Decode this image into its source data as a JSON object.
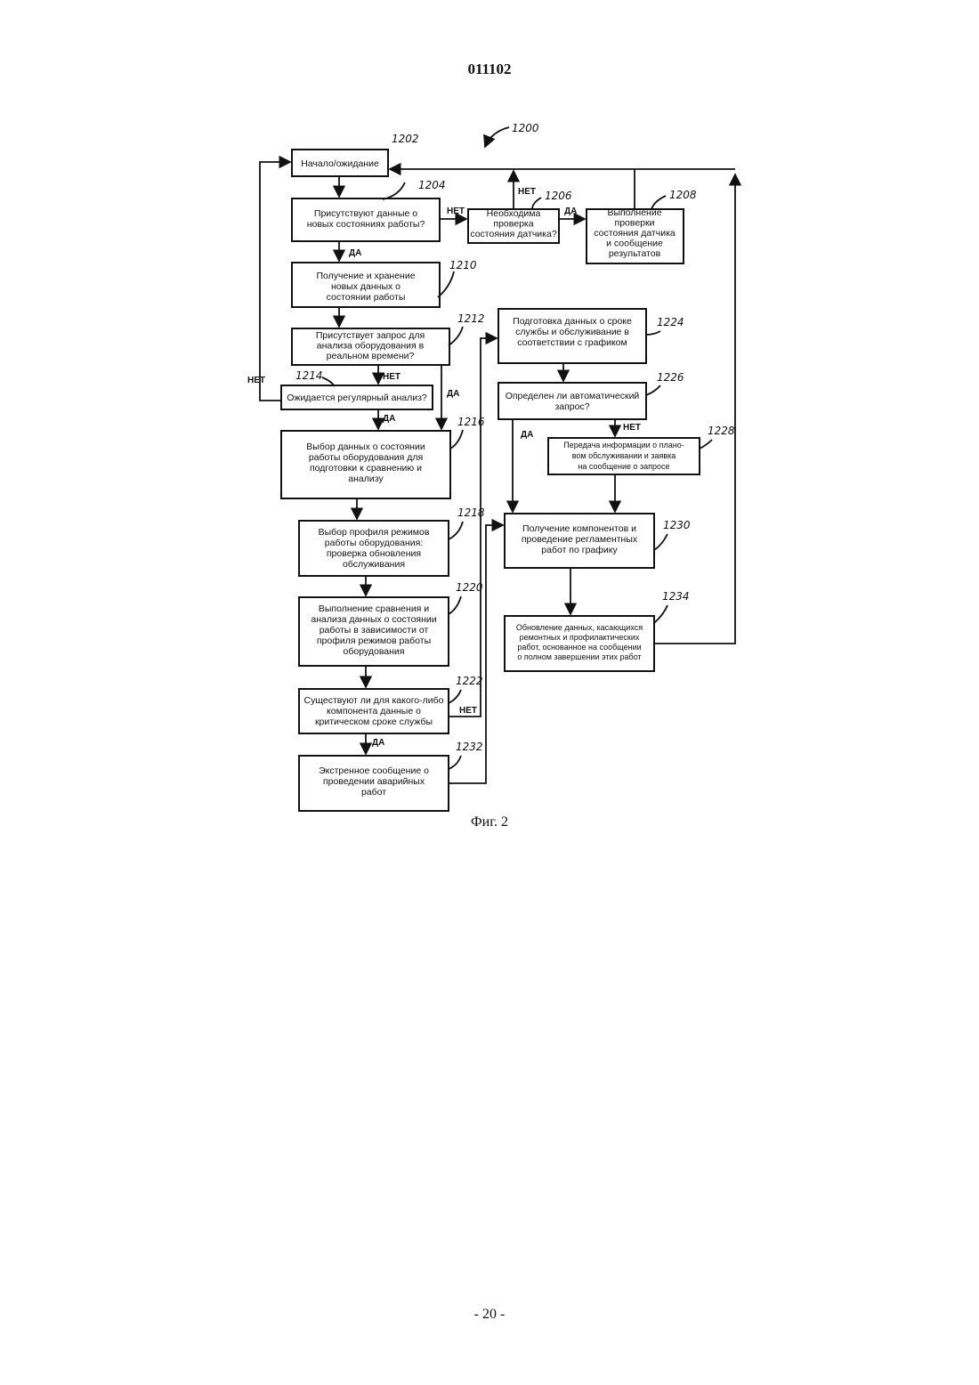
{
  "header": {
    "doc_number": "011102"
  },
  "figure": {
    "ref": "1200",
    "caption": "Фиг. 2",
    "boxes": {
      "b1202": {
        "ref": "1202",
        "lines": [
          "Начало/ожидание"
        ]
      },
      "b1204": {
        "ref": "1204",
        "lines": [
          "Присутствуют данные о",
          "новых состояниях работы?"
        ]
      },
      "b1206": {
        "ref": "1206",
        "lines": [
          "Необходима",
          "проверка",
          "состояния датчика?"
        ]
      },
      "b1208": {
        "ref": "1208",
        "lines": [
          "Выполнение",
          "проверки",
          "состояния датчика",
          "и сообщение",
          "результатов"
        ]
      },
      "b1210": {
        "ref": "1210",
        "lines": [
          "Получение и хранение",
          "новых данных о",
          "состоянии работы"
        ]
      },
      "b1212": {
        "ref": "1212",
        "lines": [
          "Присутствует запрос для",
          "анализа оборудования в",
          "реальном времени?"
        ]
      },
      "b1214": {
        "ref": "1214",
        "lines": [
          "Ожидается регулярный анализ?"
        ]
      },
      "b1216": {
        "ref": "1216",
        "lines": [
          "Выбор данных о состоянии",
          "работы оборудования для",
          "подготовки к сравнению и",
          "анализу"
        ]
      },
      "b1218": {
        "ref": "1218",
        "lines": [
          "Выбор профиля режимов",
          "работы оборудования:",
          "проверка обновления",
          "обслуживания"
        ]
      },
      "b1220": {
        "ref": "1220",
        "lines": [
          "Выполнение сравнения и",
          "анализа данных о состоянии",
          "работы в зависимости от",
          "профиля режимов работы",
          "оборудования"
        ]
      },
      "b1222": {
        "ref": "1222",
        "lines": [
          "Существуют ли для какого-либо",
          "компонента данные о",
          "критическом сроке службы"
        ]
      },
      "b1232": {
        "ref": "1232",
        "lines": [
          "Экстренное сообщение о",
          "проведении аварийных",
          "работ"
        ]
      },
      "b1224": {
        "ref": "1224",
        "lines": [
          "Подготовка данных о сроке",
          "службы и обслуживание в",
          "соответствии с графиком"
        ]
      },
      "b1226": {
        "ref": "1226",
        "lines": [
          "Определен ли автоматический",
          "запрос?"
        ]
      },
      "b1228": {
        "ref": "1228",
        "lines": [
          "Передача информации о плано-",
          "вом обслуживании и заявка",
          "на сообщение о запросе"
        ]
      },
      "b1230": {
        "ref": "1230",
        "lines": [
          "Получение компонентов и",
          "проведение регламентных",
          "работ по графику"
        ]
      },
      "b1234": {
        "ref": "1234",
        "lines": [
          "Обновление данных, касающихся",
          "ремонтных и профилактических",
          "работ, основанное на сообщении",
          "о полном завершении этих работ"
        ]
      }
    },
    "labels": {
      "yes": "ДА",
      "no": "НЕТ"
    }
  },
  "footer": {
    "page_number": "- 20 -"
  }
}
